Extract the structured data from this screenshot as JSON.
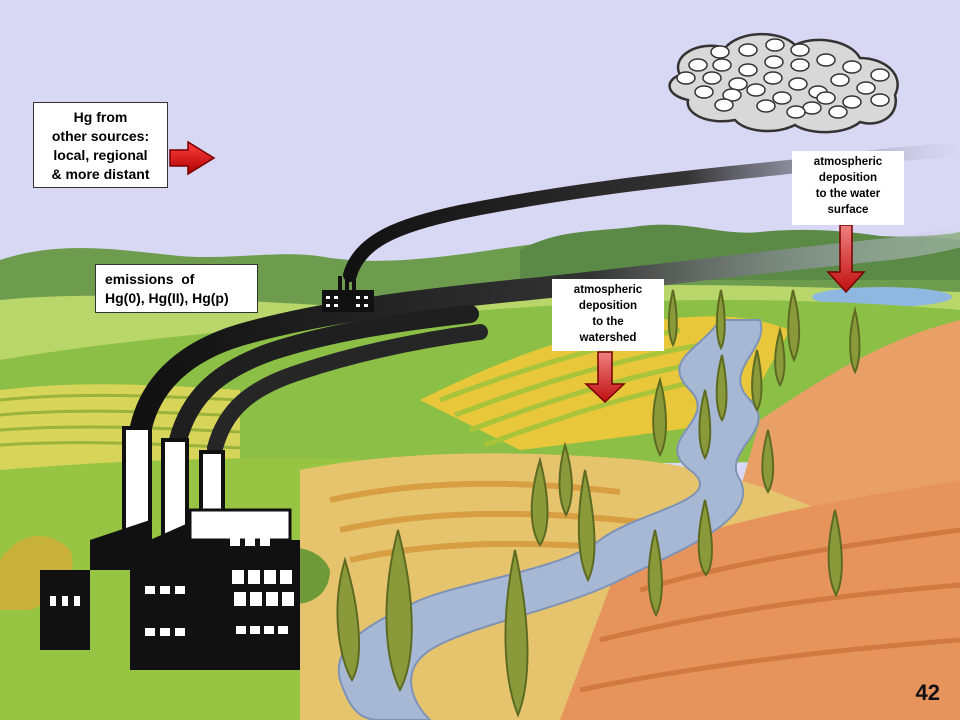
{
  "labels": {
    "other_sources": [
      "Hg from",
      "other sources:",
      "local, regional",
      "& more distant"
    ],
    "emissions": [
      "emissions  of",
      "Hg(0), Hg(II), Hg(p)"
    ],
    "deposition_watershed": [
      "atmospheric",
      "deposition",
      "to the",
      "watershed"
    ],
    "deposition_water": [
      "atmospheric",
      "deposition",
      "to the water",
      "surface"
    ]
  },
  "slide_number": "42",
  "colors": {
    "sky": "#d8d8f4",
    "arrow_red": "#d11a1a",
    "smoke": "#1a1a1a",
    "hills_green": "#7fb044",
    "fields_yellow": "#e8d24a",
    "fields_orange": "#e9a066",
    "river": "#9fb2cc",
    "trees": "#8a9a3a"
  }
}
